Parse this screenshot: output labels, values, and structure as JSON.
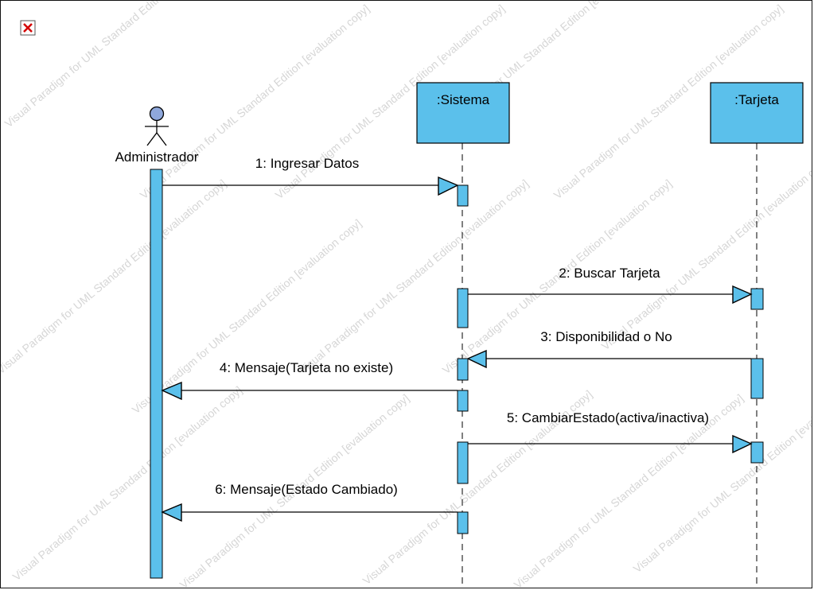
{
  "diagram": {
    "actor": {
      "label": "Administrador"
    },
    "lifelines": [
      {
        "id": "sistema",
        "label": ":Sistema"
      },
      {
        "id": "tarjeta",
        "label": ":Tarjeta"
      }
    ],
    "messages": [
      {
        "label": "1: Ingresar Datos"
      },
      {
        "label": "2: Buscar Tarjeta"
      },
      {
        "label": "3: Disponibilidad o No"
      },
      {
        "label": "4: Mensaje(Tarjeta no existe)"
      },
      {
        "label": "5: CambiarEstado(activa/inactiva)"
      },
      {
        "label": "6: Mensaje(Estado Cambiado)"
      }
    ],
    "watermark": {
      "texts": [
        "Visual Paradigm for UML Standard Edition [evaluation copy]"
      ]
    },
    "colors": {
      "activation_fill": "#5bc0eb",
      "lifeline_fill": "#5bc0eb",
      "actor_head": "#8fa8dc",
      "line": "#000000",
      "broken_image_icon": "#d40000"
    },
    "icons": {
      "broken_image": "broken-image-icon"
    }
  }
}
